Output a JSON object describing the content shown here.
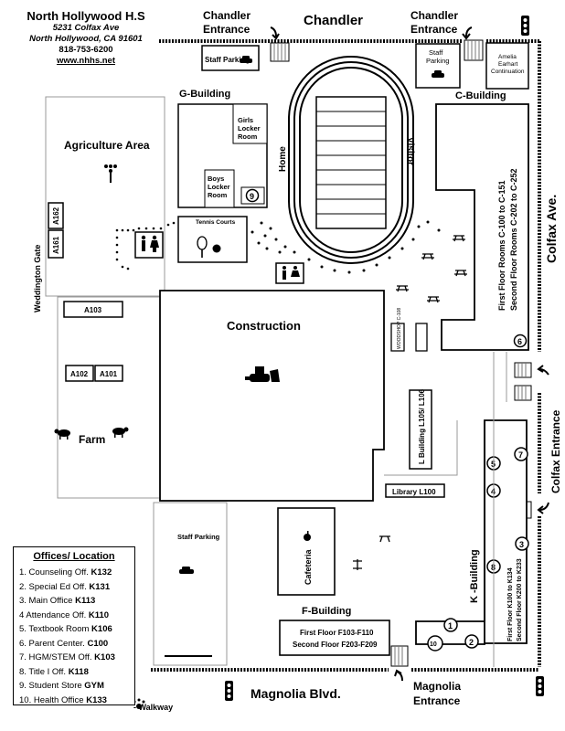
{
  "header": {
    "school_name": "North Hollywood H.S",
    "address1": "5231 Colfax Ave",
    "address2": "North Hollywood, CA 91601",
    "phone": "818-753-6200",
    "website": "www.nhhs.net"
  },
  "streets": {
    "north": "Chandler",
    "east": "Colfax Ave.",
    "south": "Magnolia Blvd.",
    "west_gate": "Weddington Gate"
  },
  "entrances": {
    "chandler_left": [
      "Chandler",
      "Entrance"
    ],
    "chandler_right": [
      "Chandler",
      "Entrance"
    ],
    "colfax": "Colfax Entrance",
    "magnolia": [
      "Magnolia",
      "Entrance"
    ]
  },
  "areas": {
    "agriculture": "Agriculture Area",
    "farm": "Farm",
    "construction": "Construction",
    "cafeteria": "Cafeteria",
    "tennis_courts": "Tennis Courts",
    "staff_parking": "Staff Parking",
    "staff_parking_top_left": "Staff Parking",
    "staff_parking_top_right": [
      "Staff",
      "Parking"
    ],
    "amelia": [
      "Amelia",
      "Earhart",
      "Continuation"
    ],
    "home": "Home",
    "visitor": "Visitor",
    "woodshop": "WOODSHOP C-108"
  },
  "buildings": {
    "g_building": "G-Building",
    "c_building": "C-Building",
    "f_building": "F-Building",
    "k_building": "K -Building",
    "l_building": "L Building L105/ L106",
    "library": "Library L100",
    "girls_locker": [
      "Girls",
      "Locker",
      "Room"
    ],
    "boys_locker": [
      "Boys",
      "Locker",
      "Room"
    ],
    "a162": "A162",
    "a161": "A161",
    "a103": "A103",
    "a102": "A102",
    "a101": "A101",
    "c_rooms_1": "First Floor Rooms C-100 to C-151",
    "c_rooms_2": "Second Floor Rooms C-202 to C-252",
    "f_rooms_1": "First Floor F103-F110",
    "f_rooms_2": "Second Floor F203-F209",
    "k_rooms_1": "First Floor K100 to K134",
    "k_rooms_2": "Second Floor K200 to K233"
  },
  "markers": [
    "1",
    "2",
    "3",
    "4",
    "5",
    "6",
    "7",
    "8",
    "9",
    "10"
  ],
  "legend": {
    "title": "Offices/ Location",
    "items": [
      {
        "label": "1. Counseling Off. ",
        "room": "K132"
      },
      {
        "label": "2. Special Ed Off. ",
        "room": "K131"
      },
      {
        "label": "3. Main Office ",
        "room": "K113"
      },
      {
        "label": "4  Attendance Off. ",
        "room": "K110"
      },
      {
        "label": "5. Textbook Room ",
        "room": "K106"
      },
      {
        "label": "6. Parent Center. ",
        "room": "C100"
      },
      {
        "label": "7. HGM/STEM Off. ",
        "room": "K103"
      },
      {
        "label": "8. Title I Off. ",
        "room": "K118"
      },
      {
        "label": "9. Student Store ",
        "room": "GYM"
      },
      {
        "label": "10. Health Office ",
        "room": "K133"
      }
    ],
    "walkway": "- Walkway"
  }
}
